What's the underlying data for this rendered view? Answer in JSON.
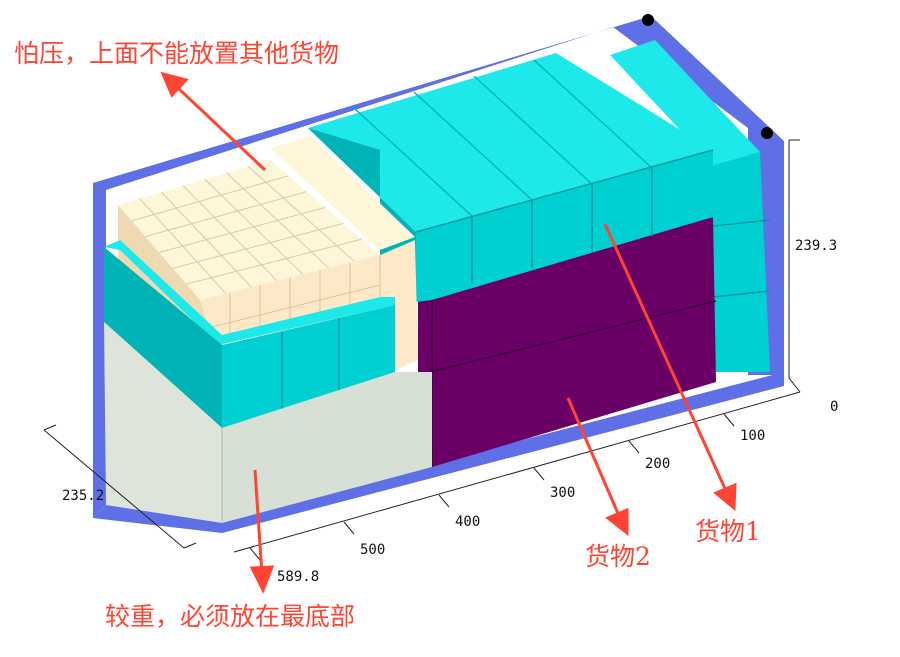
{
  "colors": {
    "frame": "#5f6fe6",
    "cyan_top": "#1de8ea",
    "cyan_front": "#00d0d2",
    "cyan_side": "#00b3b6",
    "purple": "#6a0066",
    "purple_dark": "#560052",
    "pallet_top": "#fdf6d8",
    "pallet_front": "#fde8c8",
    "pallet_side": "#efd9b2",
    "heavy_top": "#dde4da",
    "heavy_front": "#d7e0d4",
    "annotation": "#ff4433",
    "axis": "#222222"
  },
  "axes": {
    "z_label": "239.3",
    "z_origin": "0",
    "x_ticks": [
      "100",
      "200",
      "300",
      "400",
      "500"
    ],
    "x_end": "589.8",
    "y_label": "235.2"
  },
  "annotations": {
    "fragile": "怕压，上面不能放置其他货物",
    "heavy": "较重，必须放在最底部",
    "cargo2": "货物2",
    "cargo1": "货物1"
  }
}
